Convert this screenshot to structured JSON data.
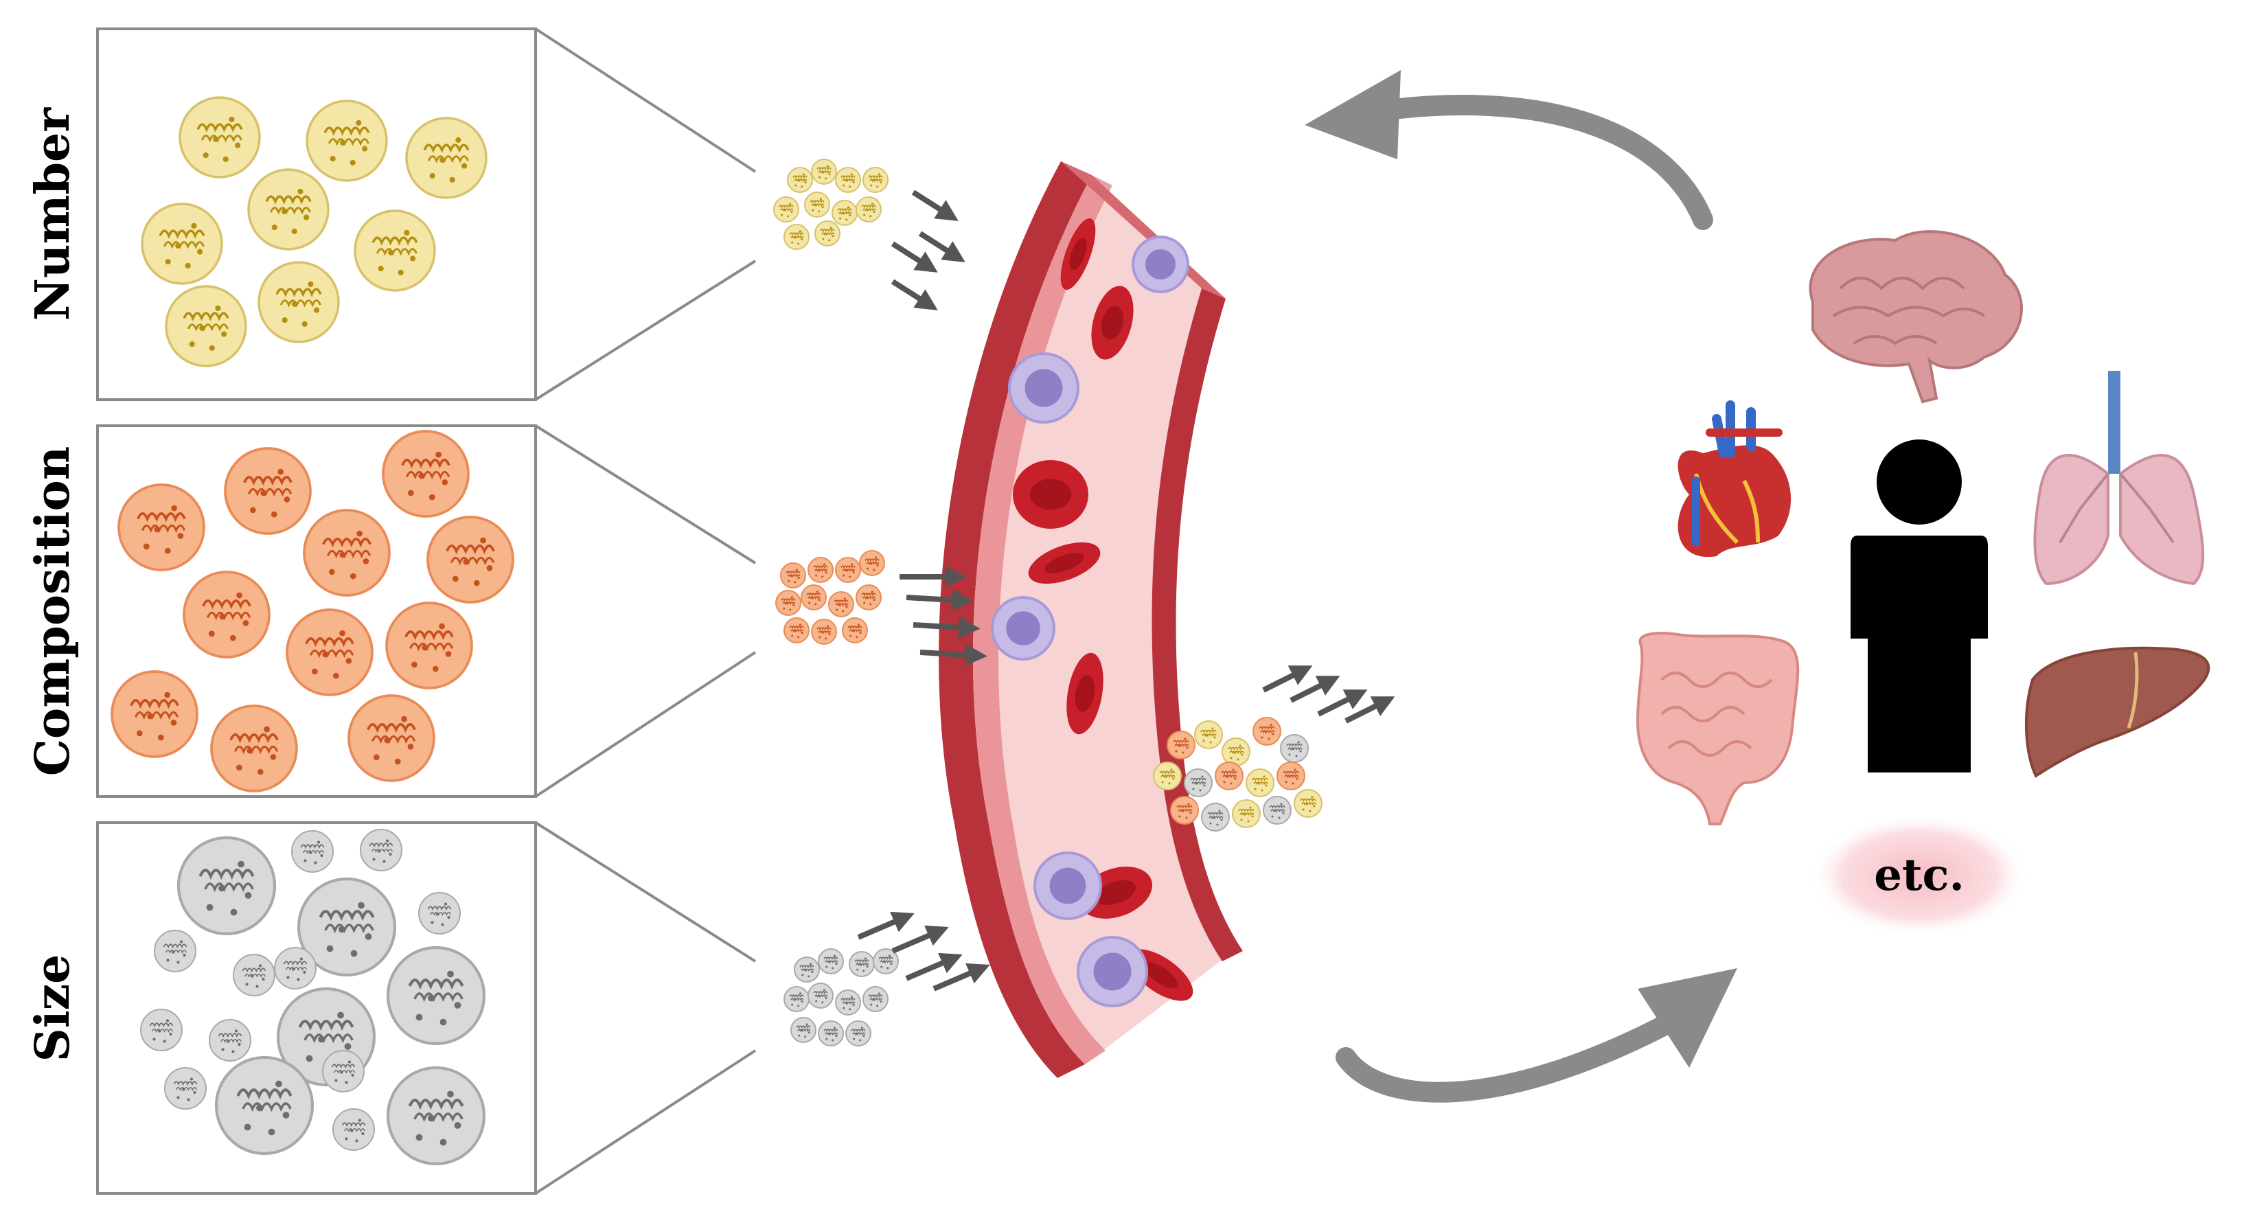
{
  "panels": [
    {
      "label": "Number",
      "theme": "yellow"
    },
    {
      "label": "Composition",
      "theme": "orange"
    },
    {
      "label": "Size",
      "theme": "gray"
    }
  ],
  "organs": [
    "brain",
    "heart",
    "lungs",
    "intestines",
    "liver"
  ],
  "etc_label": "etc.",
  "colors": {
    "yellow_fill": "#f3e6a6",
    "yellow_stroke": "#d8c16a",
    "yellow_detail": "#b58e10",
    "orange_fill": "#f6b58a",
    "orange_stroke": "#e98b56",
    "orange_detail": "#c7501e",
    "gray_fill": "#d9d9d9",
    "gray_stroke": "#a9a9a9",
    "gray_detail": "#6e6e6e",
    "vessel_wall": "#c9434a",
    "vessel_lumen": "#f7d3d3",
    "rbc": "#c8202b",
    "wbc": "#a99ad6",
    "arrow_gray": "#8a8a8a",
    "body_silhouette": "#000000",
    "etc_glow": "#f8c9cf"
  }
}
